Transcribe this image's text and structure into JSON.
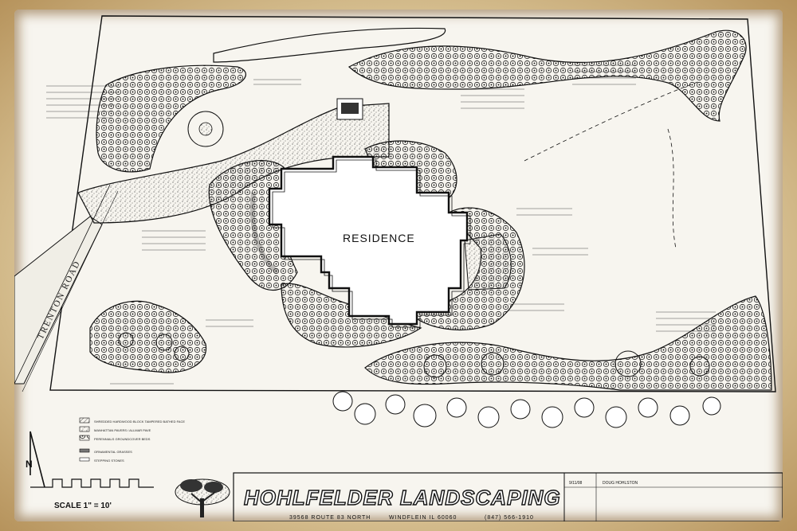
{
  "plan": {
    "house_label": "RESIDENCE",
    "road_label": "TRENTON ROAD",
    "scale_label": "SCALE 1\" = 10'",
    "north_label": "N"
  },
  "title_block": {
    "company": "HOHLFELDER LANDSCAPING",
    "address_line1": "39568 ROUTE 83 NORTH",
    "address_line2": "WINDFLEIN IL  60060",
    "phone": "(847) 566-1910",
    "designer": "DOUG HOHLSTON",
    "date": "9/11/08"
  },
  "legend": {
    "items": [
      {
        "id": "hardwood",
        "label": "SHREDDED HARDWOOD BLOCK TAMPERED BATHED FACE"
      },
      {
        "id": "pavers",
        "label": "MANHATTAN PAVERS / ALLMAR PAVE"
      },
      {
        "id": "groundcover",
        "label": "PERENNIALS GROUNDCOVER BEDS"
      },
      {
        "id": "boulders",
        "label": "ORNAMENTAL GRASSES"
      },
      {
        "id": "stone",
        "label": "STEPPING STONES"
      }
    ]
  },
  "colors": {
    "ink": "#1a1a1a",
    "paper": "#f7f5ef",
    "frame": "#c8a870"
  }
}
